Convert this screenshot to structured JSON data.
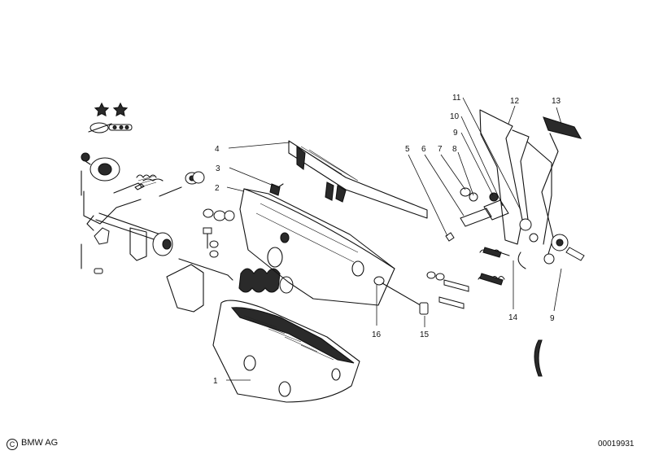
{
  "callouts": [
    {
      "id": "1",
      "text": "1"
    },
    {
      "id": "2",
      "text": "2"
    },
    {
      "id": "3",
      "text": "3"
    },
    {
      "id": "4",
      "text": "4"
    },
    {
      "id": "5",
      "text": "5"
    },
    {
      "id": "6",
      "text": "6"
    },
    {
      "id": "7",
      "text": "7"
    },
    {
      "id": "8",
      "text": "8"
    },
    {
      "id": "9a",
      "text": "9"
    },
    {
      "id": "9b",
      "text": "9"
    },
    {
      "id": "10",
      "text": "10"
    },
    {
      "id": "11",
      "text": "11"
    },
    {
      "id": "12",
      "text": "12"
    },
    {
      "id": "13",
      "text": "13"
    },
    {
      "id": "14",
      "text": "14"
    },
    {
      "id": "15",
      "text": "15"
    },
    {
      "id": "16",
      "text": "16"
    }
  ],
  "footer": {
    "copyright_symbol": "C",
    "copyright": "BMW AG",
    "document_number": "00019931"
  },
  "colors": {
    "ink": "#111111",
    "background": "#ffffff"
  }
}
